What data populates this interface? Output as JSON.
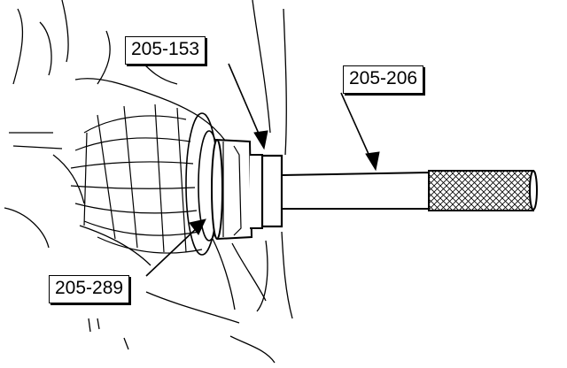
{
  "callouts": {
    "tool_a": "205-153",
    "tool_b": "205-206",
    "tool_c": "205-289"
  },
  "colors": {
    "line": "#000000",
    "background": "#ffffff"
  }
}
